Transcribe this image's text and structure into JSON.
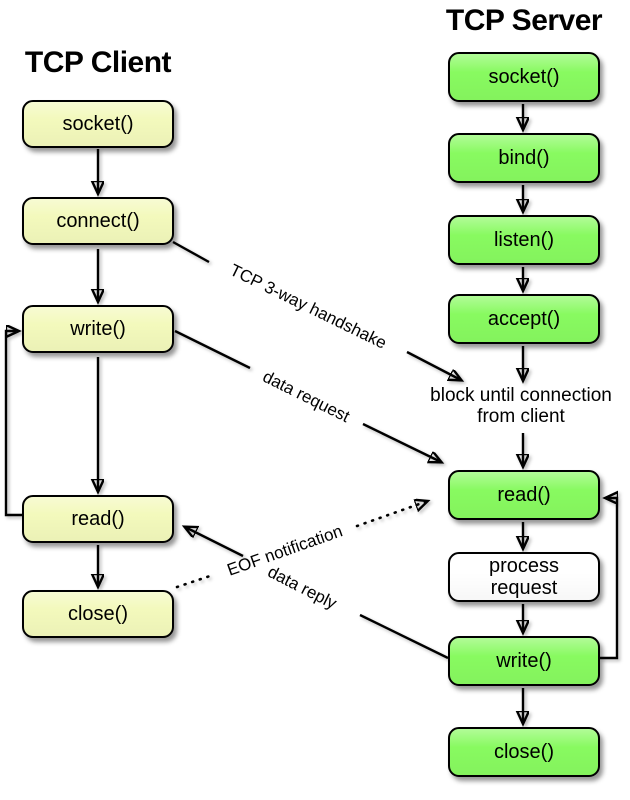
{
  "client": {
    "title": "TCP Client",
    "nodes": [
      "socket()",
      "connect()",
      "write()",
      "read()",
      "close()"
    ]
  },
  "server": {
    "title": "TCP Server",
    "nodes": [
      "socket()",
      "bind()",
      "listen()",
      "accept()",
      "read()",
      "process request",
      "write()",
      "close()"
    ]
  },
  "labels": {
    "handshake": "TCP 3-way handshake",
    "data_request": "data request",
    "data_reply": "data reply",
    "eof_notification": "EOF notification",
    "block_line1": "block until connection",
    "block_line2": "from client"
  },
  "colors": {
    "client_node": "#f3f9bc",
    "server_node": "#88fa60",
    "process_node": "#ffffff",
    "outline": "#000000"
  }
}
